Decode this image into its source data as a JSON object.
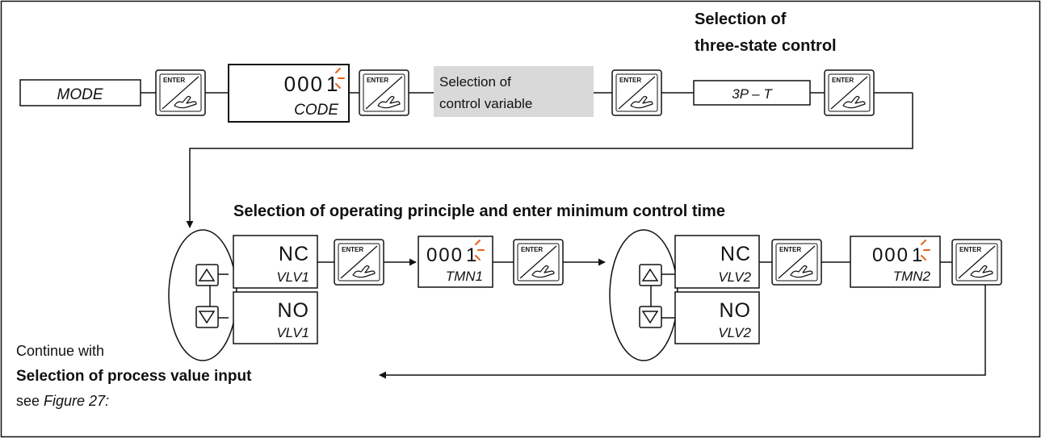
{
  "mode_box": "MODE",
  "enter_key_label": "ENTER",
  "code_display": {
    "digits": "000",
    "blink_digit": "1",
    "sub": "CODE"
  },
  "control_variable_selection": {
    "line1": "Selection of",
    "line2": "control variable"
  },
  "three_state": {
    "title_line1": "Selection of",
    "title_line2": "three-state control",
    "box": "3P – T"
  },
  "operating_principle_heading": "Selection of operating principle and enter minimum control time",
  "vlv1": {
    "nc": {
      "value": "NC",
      "sub": "VLV1"
    },
    "no": {
      "value": "NO",
      "sub": "VLV1"
    },
    "tmn": {
      "digits": "000",
      "blink_digit": "1",
      "sub": "TMN1"
    }
  },
  "vlv2": {
    "nc": {
      "value": "NC",
      "sub": "VLV2"
    },
    "no": {
      "value": "NO",
      "sub": "VLV2"
    },
    "tmn": {
      "digits": "000",
      "blink_digit": "1",
      "sub": "TMN2"
    }
  },
  "continue_note": {
    "line1": "Continue with",
    "line2": "Selection of process value input",
    "line3_prefix": "see ",
    "line3_ref": "Figure 27:"
  },
  "colors": {
    "line": "#111111",
    "highlight_bg": "#d9d9d9",
    "blink": "#e8611a"
  },
  "icons": [
    "enter-key-icon",
    "up-arrow-icon",
    "down-arrow-icon",
    "blink-indicator-icon"
  ]
}
